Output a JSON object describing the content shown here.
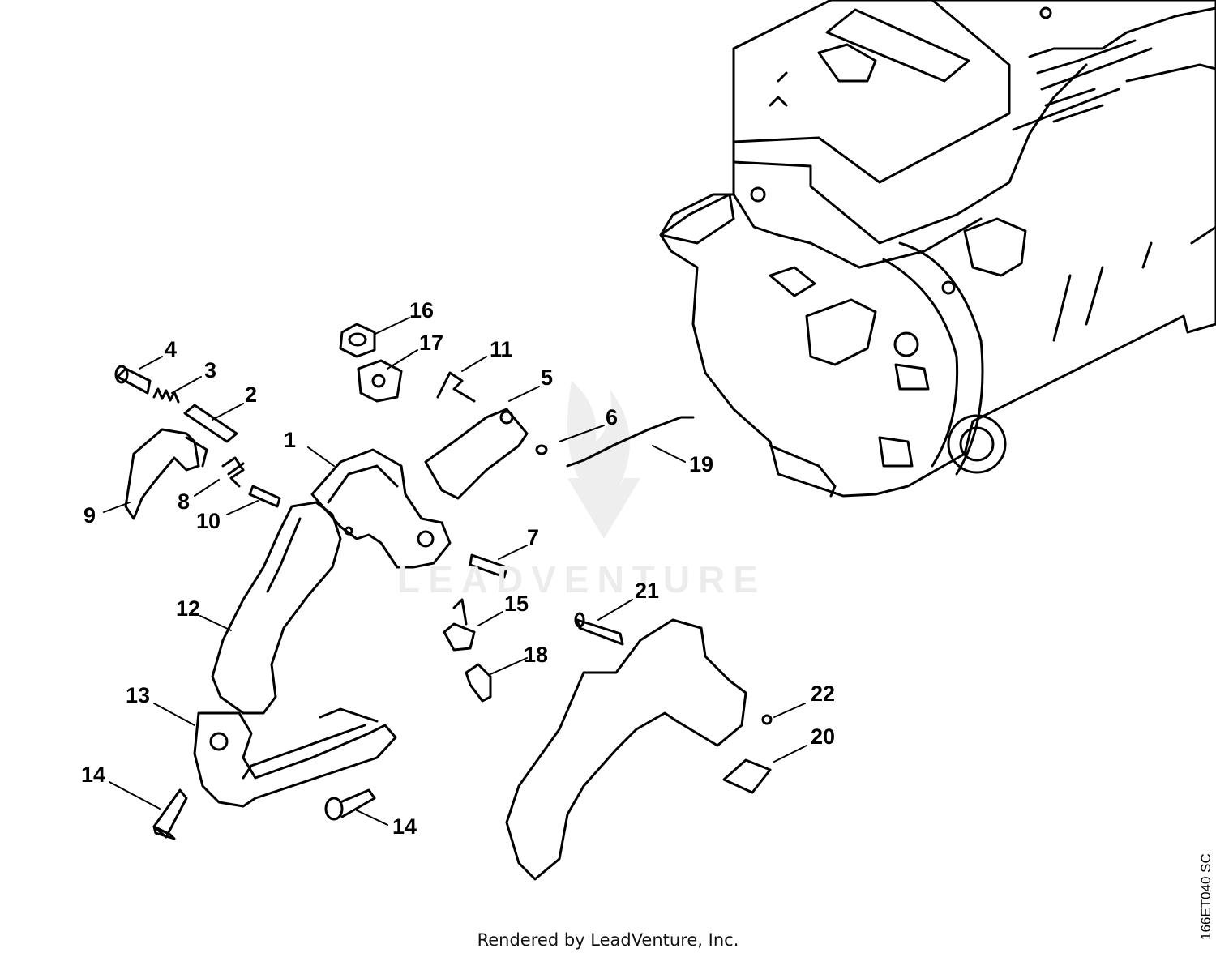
{
  "watermark": {
    "text": "LEADVENTURE"
  },
  "footer": {
    "text": "Rendered by LeadVenture, Inc."
  },
  "drawing_code": "166ET040 SC",
  "labels": {
    "p1": "1",
    "p2": "2",
    "p3": "3",
    "p4": "4",
    "p5": "5",
    "p6": "6",
    "p7": "7",
    "p8": "8",
    "p9": "9",
    "p10": "10",
    "p11": "11",
    "p12": "12",
    "p13": "13",
    "p14a": "14",
    "p14b": "14",
    "p15": "15",
    "p16": "16",
    "p17": "17",
    "p18": "18",
    "p19": "19",
    "p20": "20",
    "p21": "21",
    "p22": "22"
  }
}
